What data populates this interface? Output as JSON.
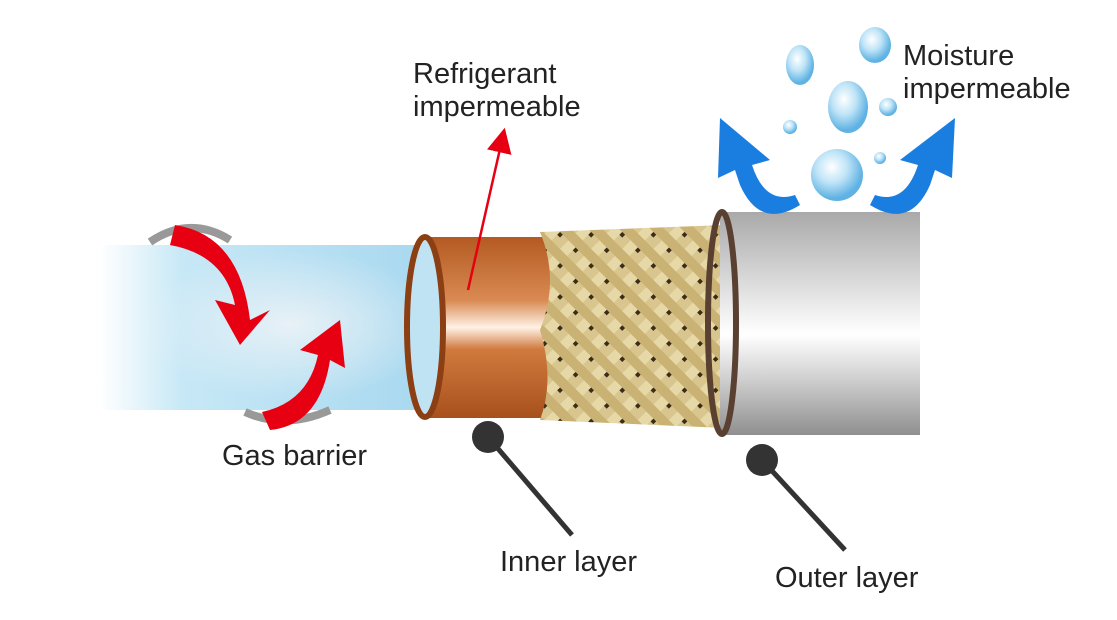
{
  "labels": {
    "refrigerant": [
      "Refrigerant",
      "impermeable"
    ],
    "moisture": [
      "Moisture",
      "impermeable"
    ],
    "gas_barrier": "Gas barrier",
    "inner_layer": "Inner layer",
    "outer_layer": "Outer layer"
  },
  "colors": {
    "gas_tube": "#bfe3f3",
    "inner_layer": "#c0662a",
    "braid": "#d8c48a",
    "outer_layer": "#c9c9c9",
    "red_arrow": "#e60012",
    "blue_arrow": "#1a7de0",
    "pin": "#333333"
  }
}
